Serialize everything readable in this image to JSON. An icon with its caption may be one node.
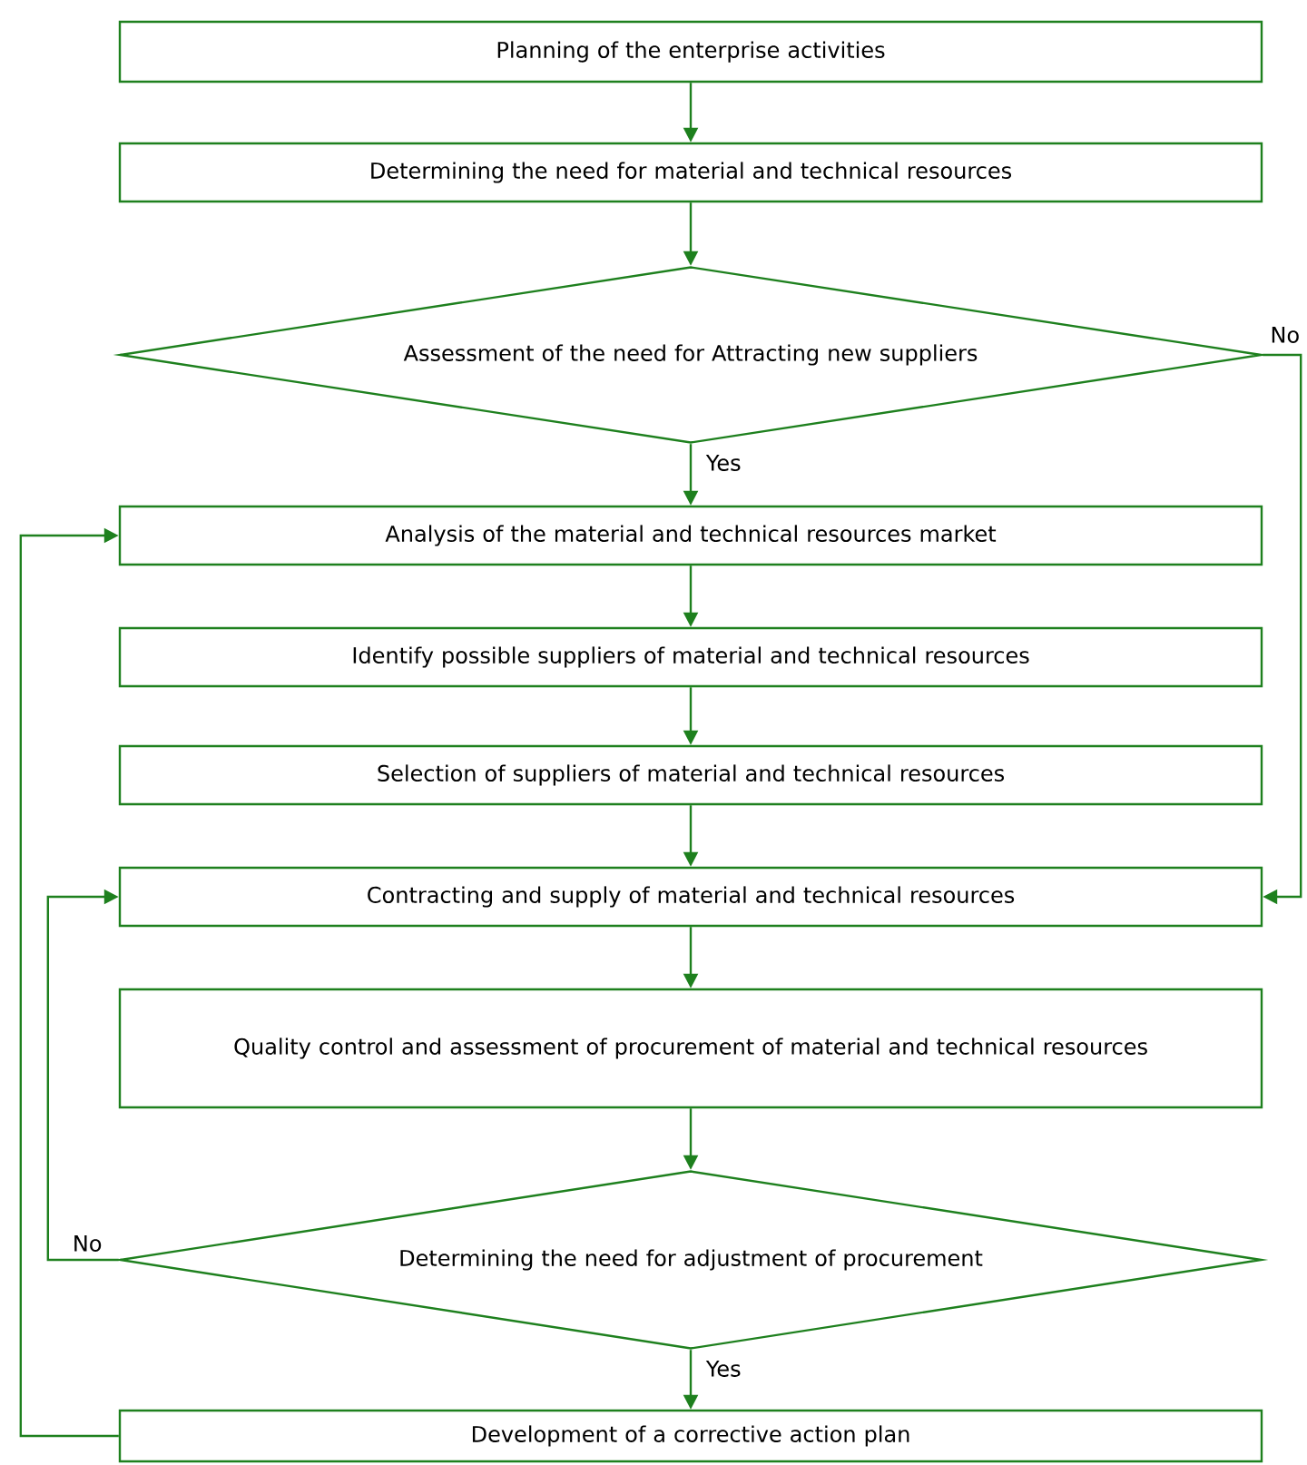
{
  "diagram": {
    "nodes": [
      {
        "text": [
          "Planning of the enterprise activities"
        ]
      },
      {
        "text": [
          "Determining the need for material and technical resources"
        ]
      },
      {
        "text": [
          "Assessment of the need for Attracting new suppliers"
        ]
      },
      {
        "text": [
          "Analysis of the material and technical resources market"
        ]
      },
      {
        "text": [
          "Identify possible suppliers of material and technical resources"
        ]
      },
      {
        "text": [
          "Selection of suppliers of material and technical resources"
        ]
      },
      {
        "text": [
          "Contracting and supply of material and technical resources"
        ]
      },
      {
        "text": [
          "Quality control and assessment of procurement of material and technical resources"
        ]
      },
      {
        "text": [
          "Determining the need for adjustment of procurement"
        ]
      },
      {
        "text": [
          "Development of a corrective action plan"
        ]
      }
    ],
    "edges": [
      {
        "from": 0,
        "to": 1,
        "arrow": "to"
      },
      {
        "from": 1,
        "to": 2,
        "arrow": "to"
      },
      {
        "from": 2,
        "to": 3,
        "arrow": "to",
        "label": "Yes"
      },
      {
        "from": 3,
        "to": 4,
        "arrow": "to"
      },
      {
        "from": 4,
        "to": 5,
        "arrow": "to"
      },
      {
        "from": 5,
        "to": 6,
        "arrow": "to"
      },
      {
        "from": 6,
        "to": 7,
        "arrow": "to"
      },
      {
        "from": 7,
        "to": 8,
        "arrow": "to"
      },
      {
        "from": 8,
        "to": 6,
        "arrow": "to",
        "label": "No"
      },
      {
        "from": 8,
        "to": 9,
        "arrow": "to",
        "label": "Yes"
      },
      {
        "from": 9,
        "to": 3,
        "arrow": "to"
      },
      {
        "from": 2,
        "to": 6,
        "arrow": "to",
        "label": "No"
      }
    ]
  }
}
